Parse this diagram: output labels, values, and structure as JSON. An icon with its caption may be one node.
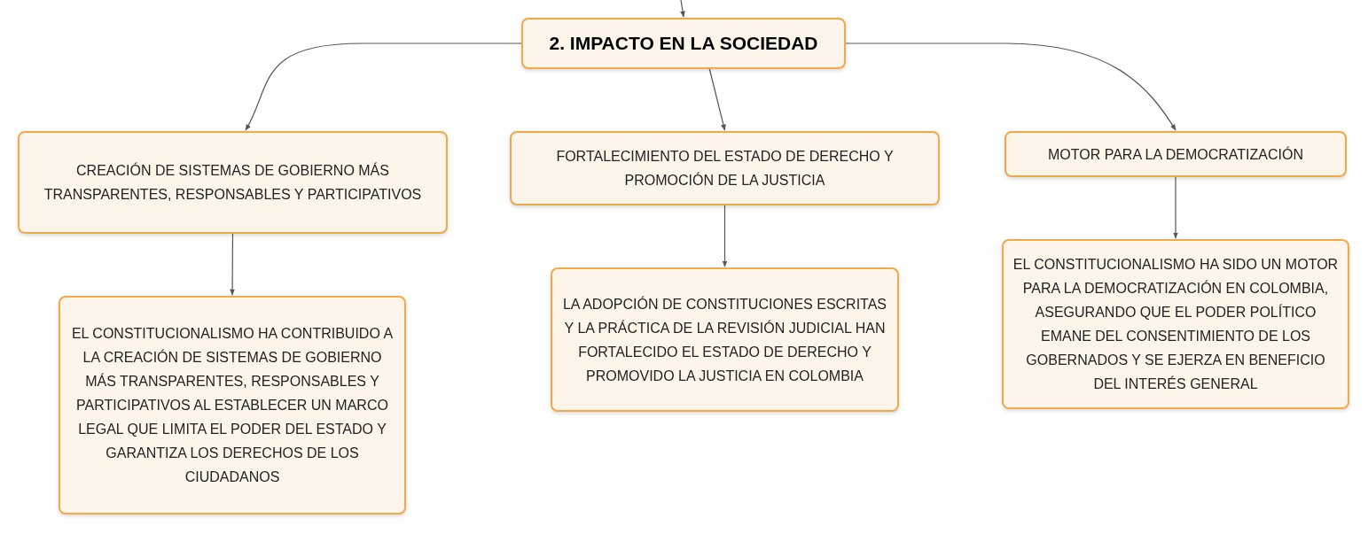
{
  "diagram": {
    "nodes": [
      {
        "text": [
          "2. IMPACTO EN LA SOCIEDAD"
        ]
      },
      {
        "text": [
          "CREACIÓN DE SISTEMAS DE GOBIERNO MÁS TRANSPARENTES, RESPONSABLES Y PARTICIPATIVOS"
        ]
      },
      {
        "text": [
          "FORTALECIMIENTO DEL ESTADO DE DERECHO Y PROMOCIÓN DE LA JUSTICIA"
        ]
      },
      {
        "text": [
          "MOTOR PARA LA DEMOCRATIZACIÓN"
        ]
      },
      {
        "text": [
          "EL CONSTITUCIONALISMO HA CONTRIBUIDO A LA CREACIÓN DE SISTEMAS DE GOBIERNO MÁS TRANSPARENTES, RESPONSABLES Y PARTICIPATIVOS AL ESTABLECER UN MARCO LEGAL QUE LIMITA EL PODER DEL ESTADO Y GARANTIZA LOS DERECHOS DE LOS CIUDADANOS"
        ]
      },
      {
        "text": [
          "LA ADOPCIÓN DE CONSTITUCIONES ESCRITAS Y LA PRÁCTICA DE LA REVISIÓN JUDICIAL HAN FORTALECIDO EL ESTADO DE DERECHO Y PROMOVIDO LA JUSTICIA EN COLOMBIA"
        ]
      },
      {
        "text": [
          "EL CONSTITUCIONALISMO HA SIDO UN MOTOR PARA LA DEMOCRATIZACIÓN EN COLOMBIA, ASEGURANDO QUE EL PODER POLÍTICO EMANE DEL CONSENTIMIENTO DE LOS GOBERNADOS Y SE EJERZA EN BENEFICIO DEL INTERÉS GENERAL"
        ]
      }
    ],
    "edges": [
      {
        "from": null,
        "to": 0,
        "arrow": "to"
      },
      {
        "from": 0,
        "to": 1,
        "arrow": "to"
      },
      {
        "from": 0,
        "to": 2,
        "arrow": "to"
      },
      {
        "from": 0,
        "to": 3,
        "arrow": "to"
      },
      {
        "from": 1,
        "to": 4,
        "arrow": "to"
      },
      {
        "from": 2,
        "to": 5,
        "arrow": "to"
      },
      {
        "from": 3,
        "to": 6,
        "arrow": "to"
      }
    ]
  }
}
